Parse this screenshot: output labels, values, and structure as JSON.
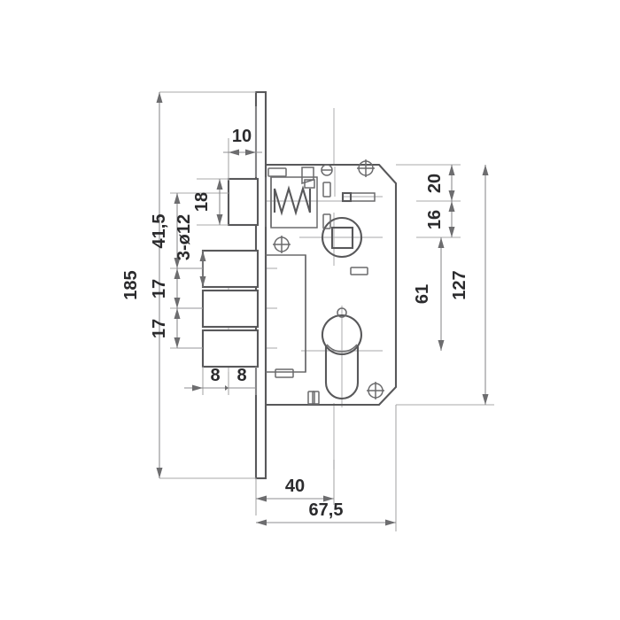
{
  "drawing": {
    "title": "Mortise lock technical drawing",
    "units": "mm",
    "colors": {
      "outline": "#58585a",
      "dimension_line": "#8e8e90",
      "center_line": "#b9b9bb",
      "text": "#2b2b2d",
      "background": "#ffffff"
    },
    "dimensions": {
      "overall_height": "185",
      "faceplate_thickness": "10",
      "latch_height": "18",
      "latch_to_first_bolt": "41,5",
      "bolt_hole_callout": "3-ø12",
      "bolt_pitch_1": "17",
      "bolt_pitch_2": "17",
      "bolt_width_1": "8",
      "bolt_width_2": "8",
      "backset": "40",
      "body_depth_total": "67,5",
      "top_to_latch_center": "20",
      "latch_to_spindle": "16",
      "spindle_to_cylinder": "61",
      "case_height": "127"
    },
    "labels": [
      {
        "id": "overall-height",
        "text": "185",
        "orientation": "vertical"
      },
      {
        "id": "faceplate-thickness",
        "text": "10",
        "orientation": "horizontal"
      },
      {
        "id": "latch-height",
        "text": "18",
        "orientation": "vertical"
      },
      {
        "id": "latch-to-bolt",
        "text": "41,5",
        "orientation": "vertical"
      },
      {
        "id": "bolt-hole-callout",
        "text": "3-ø12",
        "orientation": "vertical"
      },
      {
        "id": "bolt-pitch-upper",
        "text": "17",
        "orientation": "vertical"
      },
      {
        "id": "bolt-pitch-lower",
        "text": "17",
        "orientation": "vertical"
      },
      {
        "id": "bolt-width-left",
        "text": "8",
        "orientation": "horizontal"
      },
      {
        "id": "bolt-width-right",
        "text": "8",
        "orientation": "horizontal"
      },
      {
        "id": "backset",
        "text": "40",
        "orientation": "horizontal"
      },
      {
        "id": "body-depth",
        "text": "67,5",
        "orientation": "horizontal"
      },
      {
        "id": "top-to-latch",
        "text": "20",
        "orientation": "vertical"
      },
      {
        "id": "latch-to-spindle",
        "text": "16",
        "orientation": "vertical"
      },
      {
        "id": "spindle-to-cylinder",
        "text": "61",
        "orientation": "vertical"
      },
      {
        "id": "case-height",
        "text": "127",
        "orientation": "vertical"
      }
    ],
    "features": [
      {
        "id": "faceplate",
        "name": "faceplate-strip"
      },
      {
        "id": "latch-bolt",
        "name": "latch-bolt"
      },
      {
        "id": "deadbolt-1",
        "name": "deadbolt-upper"
      },
      {
        "id": "deadbolt-2",
        "name": "deadbolt-middle"
      },
      {
        "id": "deadbolt-3",
        "name": "deadbolt-lower"
      },
      {
        "id": "lock-case",
        "name": "lock-case-body"
      },
      {
        "id": "spring",
        "name": "latch-spring"
      },
      {
        "id": "spindle-hole",
        "name": "square-spindle-hole"
      },
      {
        "id": "cylinder-hole",
        "name": "euro-cylinder-hole"
      },
      {
        "id": "fixing-hole-tr",
        "name": "fixing-hole-top-right"
      },
      {
        "id": "fixing-hole-br",
        "name": "fixing-hole-bottom-right"
      },
      {
        "id": "fixing-hole-l",
        "name": "fixing-hole-left"
      }
    ]
  }
}
